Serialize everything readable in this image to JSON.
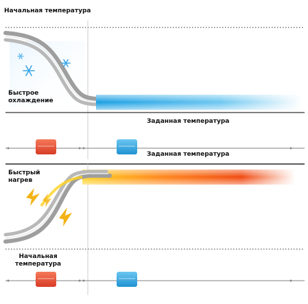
{
  "labels": {
    "top_initial_temp": "Начальная температура",
    "fast_cooling": "Быстрое\nохлаждение",
    "set_temp_1": "Заданная температура",
    "set_temp_2": "Заданная температура",
    "fast_heating": "Быстрый\nнагрев",
    "bottom_initial_temp": "Начальная\nтемпература"
  },
  "colors": {
    "cool_start": "#1aa0e6",
    "cool_end": "#ffffff",
    "heat_start": "#f04a10",
    "heat_mid": "#ffc21a",
    "heat_end": "#ffffff",
    "red_unit": "#e8503a",
    "blue_unit": "#2ea6de",
    "track_gray": "#9a9a9a",
    "ribbon_gray": "#a8a8a8",
    "snow": "#3aa6e8",
    "flame": "#f3b316"
  },
  "icons": [
    "snowflake-icon",
    "flame-icon",
    "red-unit-icon",
    "blue-unit-icon"
  ]
}
